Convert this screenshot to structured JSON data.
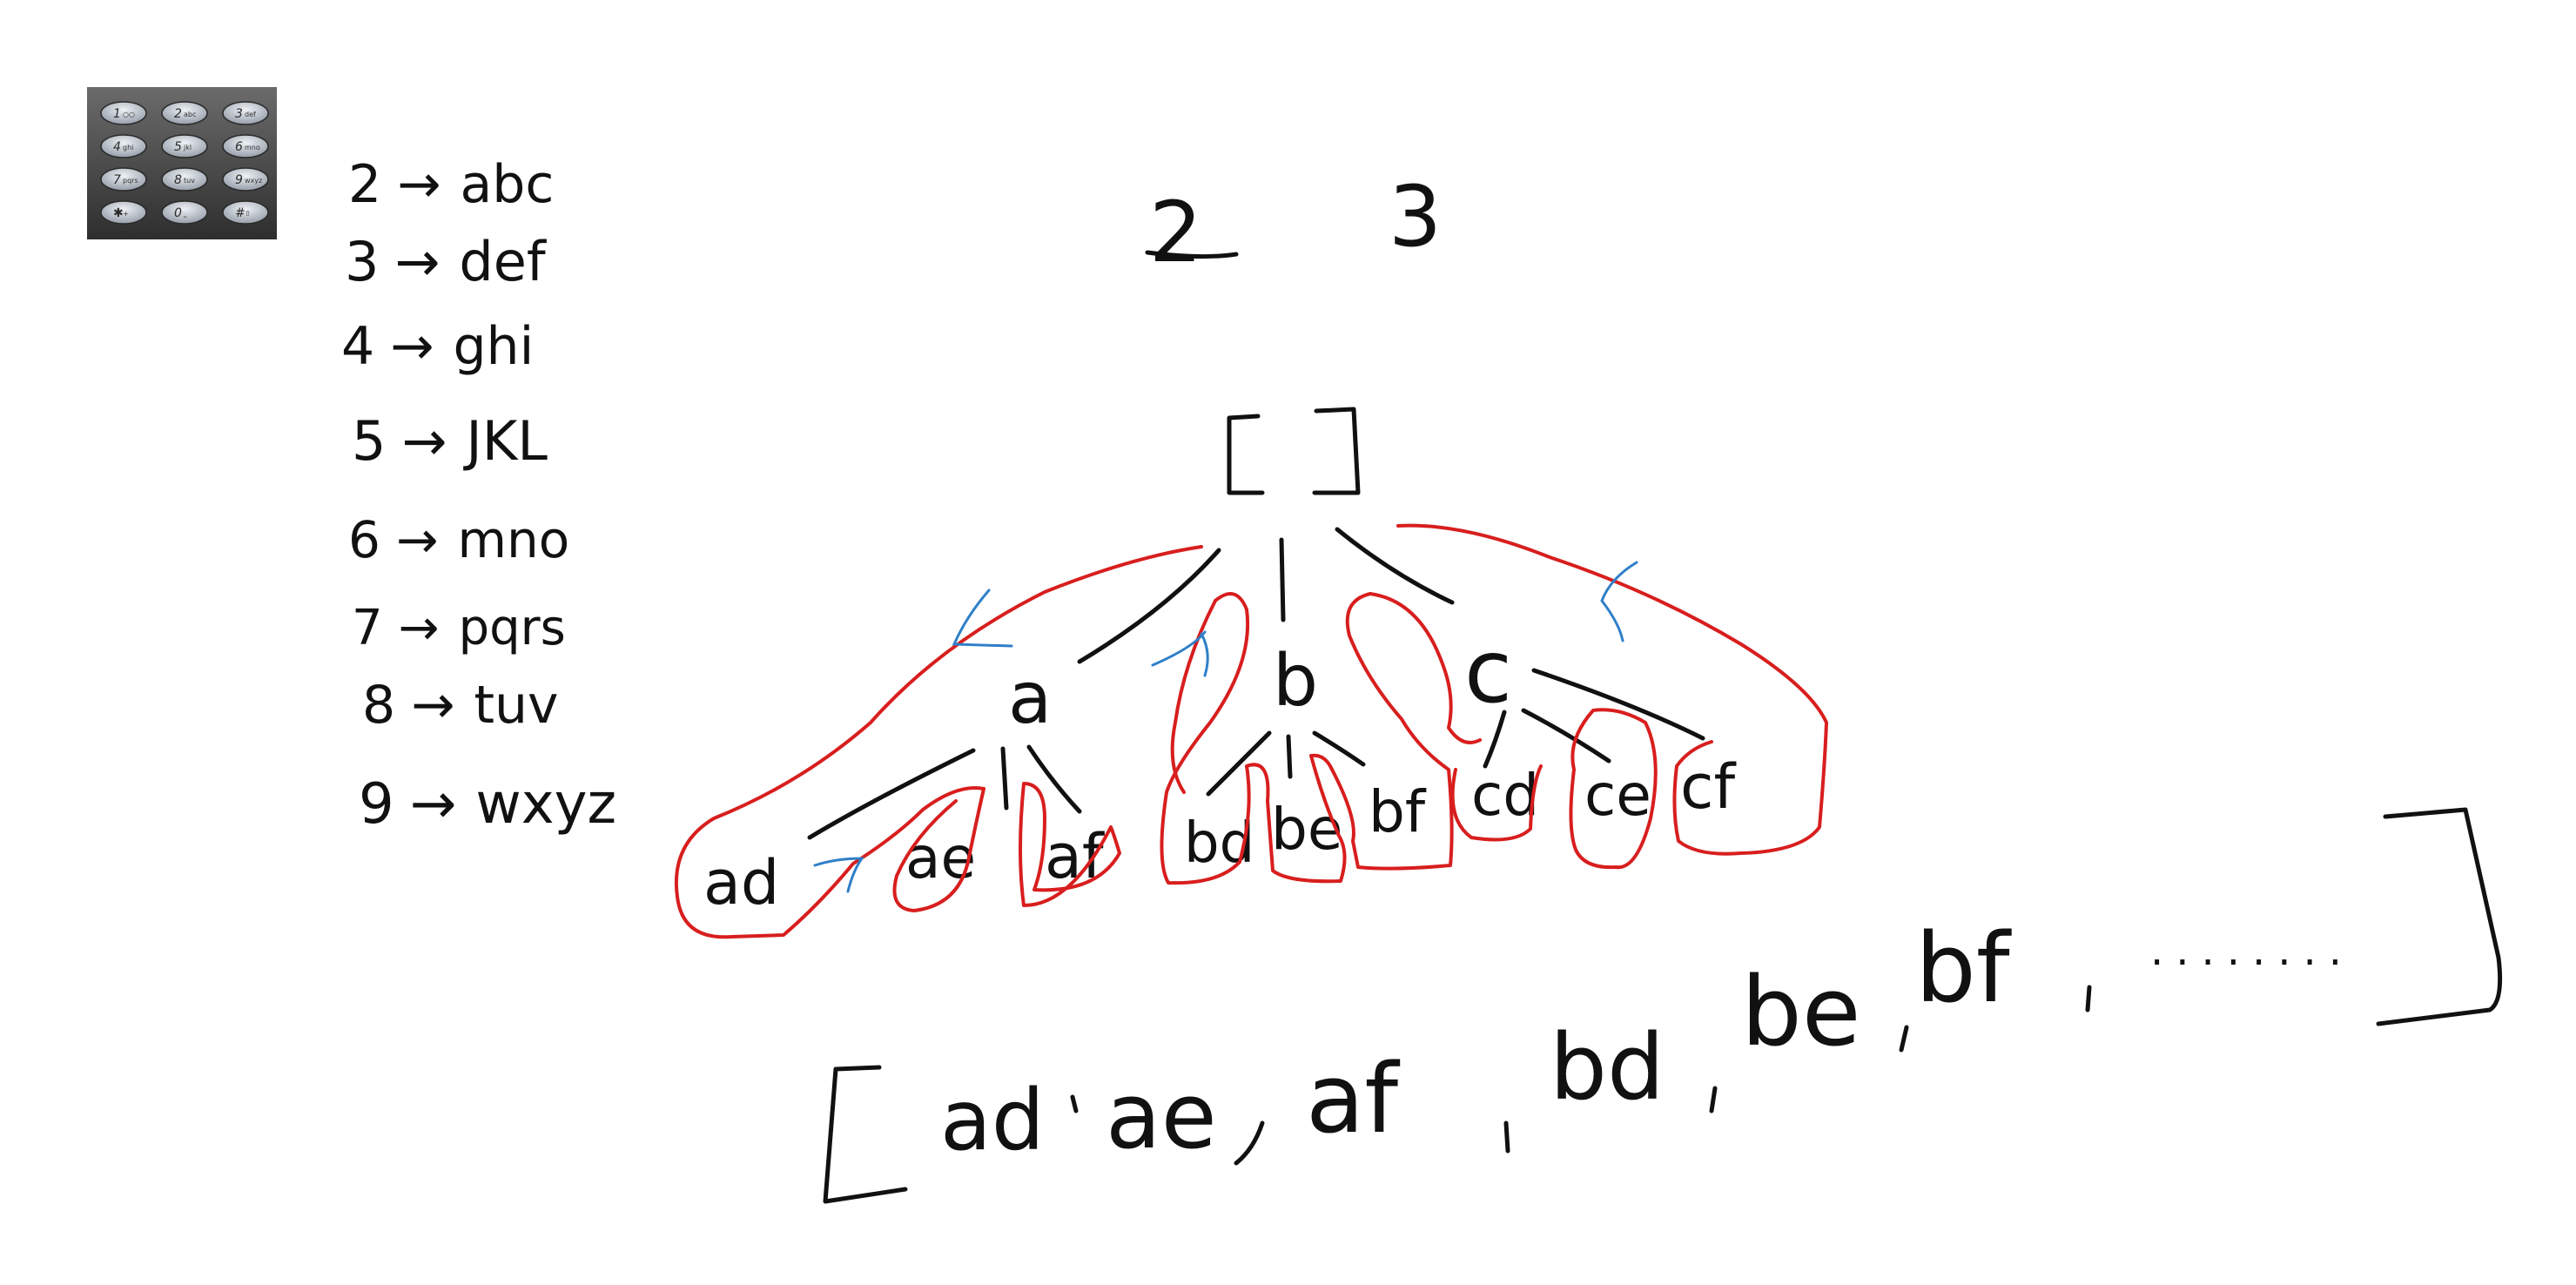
{
  "keypad": {
    "keys": [
      {
        "digit": "1",
        "letters": "○○"
      },
      {
        "digit": "2",
        "letters": "abc"
      },
      {
        "digit": "3",
        "letters": "def"
      },
      {
        "digit": "4",
        "letters": "ghi"
      },
      {
        "digit": "5",
        "letters": "jkl"
      },
      {
        "digit": "6",
        "letters": "mno"
      },
      {
        "digit": "7",
        "letters": "pqrs"
      },
      {
        "digit": "8",
        "letters": "tuv"
      },
      {
        "digit": "9",
        "letters": "wxyz"
      },
      {
        "digit": "✱",
        "letters": "+"
      },
      {
        "digit": "0",
        "letters": "⎵"
      },
      {
        "digit": "#",
        "letters": "⇧"
      }
    ]
  },
  "mapping": [
    {
      "digit": "2",
      "letters": "abc"
    },
    {
      "digit": "3",
      "letters": "def"
    },
    {
      "digit": "4",
      "letters": "ghi"
    },
    {
      "digit": "5",
      "letters": "JKL"
    },
    {
      "digit": "6",
      "letters": "mno"
    },
    {
      "digit": "7",
      "letters": "pqrs"
    },
    {
      "digit": "8",
      "letters": "tuv"
    },
    {
      "digit": "9",
      "letters": "wxyz"
    }
  ],
  "arrow_glyph": "→",
  "input_digits": [
    "2",
    "3"
  ],
  "tree": {
    "root": "[ ]",
    "level1": [
      "a",
      "b",
      "c"
    ],
    "level2": [
      "ad",
      "ae",
      "af",
      "bd",
      "be",
      "bf",
      "cd",
      "ce",
      "cf"
    ]
  },
  "result": {
    "open": "[",
    "items": [
      "ad",
      "ae",
      "af",
      "bd",
      "be",
      "bf"
    ],
    "ellipsis": "........",
    "close": "]"
  },
  "colors": {
    "ink": "#111111",
    "highlight": "#d81e1e",
    "annotation": "#2f7fc9",
    "keypad_bg": "#4a4a4a",
    "key_face": "#c9ced6"
  }
}
